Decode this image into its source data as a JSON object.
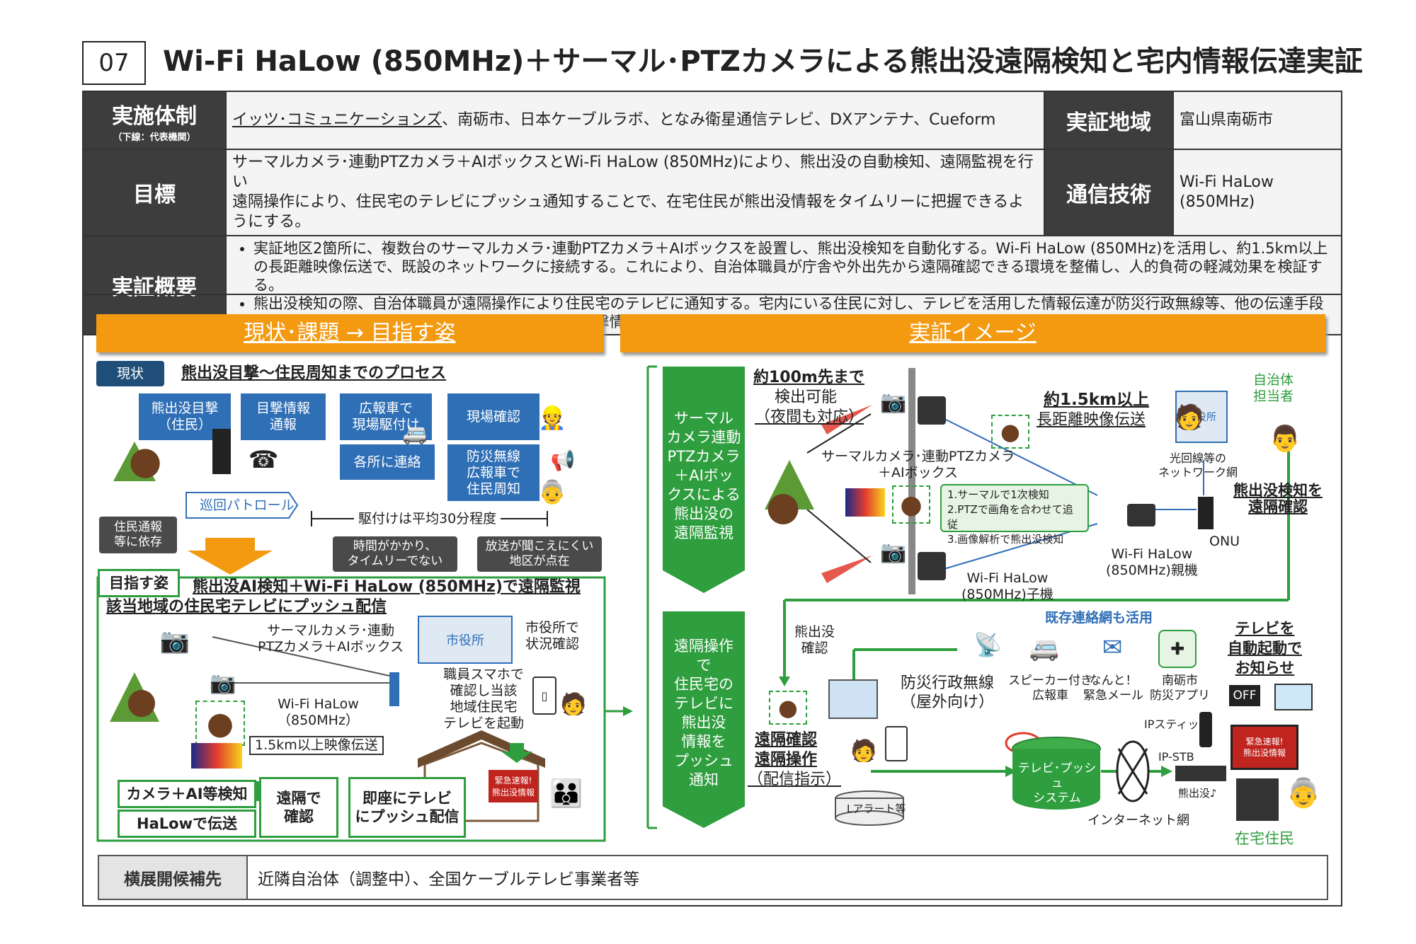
{
  "header": {
    "number": "07",
    "title": "Wi-Fi HaLow (850MHz)＋サーマル･PTZカメラによる熊出没遠隔検知と宅内情報伝達実証"
  },
  "info": {
    "org_label": "実施体制",
    "org_sub": "（下線：代表機関）",
    "org_lead": "イッツ･コミュニケーションズ",
    "org_rest": "、南砺市、日本ケーブルラボ、となみ衛星通信テレビ、DXアンテナ、Cueform",
    "region_label": "実証地域",
    "region_value": "富山県南砺市",
    "goal_label": "目標",
    "goal_line1": "サーマルカメラ･連動PTZカメラ＋AIボックスとWi-Fi HaLow (850MHz)により、熊出没の自動検知、遠隔監視を行い",
    "goal_line2": "遠隔操作により、住民宅のテレビにプッシュ通知することで、在宅住民が熊出没情報をタイムリーに把握できるようにする。",
    "tech_label": "通信技術",
    "tech_value1": "Wi-Fi HaLow",
    "tech_value2": "(850MHz)",
    "summary_label": "実証概要",
    "summary_1": "実証地区2箇所に、複数台のサーマルカメラ･連動PTZカメラ＋AIボックスを設置し、熊出没検知を自動化する。Wi-Fi HaLow (850MHz)を活用し、約1.5km以上の長距離映像伝送で、既設のネットワークに接続する。これにより、自治体職員が庁舎や外出先から遠隔確認できる環境を整備し、人的負荷の軽減効果を検証する。",
    "summary_2": "熊出没検知の際、自治体職員が遠隔操作により住民宅のテレビに通知する。宅内にいる住民に対し、テレビを活用した情報伝達が防災行政無線等、他の伝達手段よりも情報伝達力が高いこと、及び検知（現在は目撃情報）から周知までの時間短縮を検証する。"
  },
  "left": {
    "band": "現状･課題 → 目指す姿",
    "status_tag": "現状",
    "process_title": "熊出没目撃～住民周知までのプロセス",
    "steps": [
      "熊出没目撃\n（住民）",
      "目撃情報\n通報",
      "広報車で\n現場駆付け",
      "現場確認"
    ],
    "renraku": "各所に連絡",
    "bousai": "防災無線\n広報車で\n住民周知",
    "patrol": "巡回パトロール",
    "rely": "住民通報\n等に依存",
    "arrive": "駆付けは平均30分程度",
    "issue1": "時間がかかり、\nタイムリーでない",
    "issue2": "放送が聞こえにくい\n地区が点在",
    "goal_tag": "目指す姿",
    "goal_title": "熊出没AI検知＋Wi-Fi HaLow (850MHz)で遠隔監視",
    "goal_sub": "該当地域の住民宅テレビにプッシュ配信",
    "cam_label": "サーマルカメラ･連動\nPTZカメラ＋AIボックス",
    "city_label": "市役所で\n状況確認",
    "staff_label": "職員スマホで\n確認し当該\n地域住民宅\nテレビを起動",
    "halow_label": "Wi-Fi HaLow\n（850MHz）",
    "distance": "1.5km以上映像伝送",
    "btn_ai": "カメラ＋AI等検知",
    "btn_halow": "HaLowで伝送",
    "btn_remote": "遠隔で\n確認",
    "btn_push": "即座にテレビ\nにプッシュ配信"
  },
  "right": {
    "band": "実証イメージ",
    "col1": "サーマル\nカメラ連動\nPTZカメラ\n＋AIボッ\nクスによる\n熊出没の\n遠隔監視",
    "col2": "遠隔操作\nで\n住民宅の\nテレビに\n熊出没\n情報を\nプッシュ\n通知",
    "range": "約100m先まで",
    "detect": "検出可能",
    "night": "（夜間も対応）",
    "long1": "約1.5km以上",
    "long2": "長距離映像伝送",
    "muni": "自治体\n担当者",
    "fiber": "光回線等の\nネットワーク網",
    "cam_box": "サーマルカメラ･連動PTZカメラ\n＋AIボックス",
    "detect_steps": [
      "1.サーマルで1次検知",
      "2.PTZで画角を合わせて追従",
      "3.画像解析で熊出没検知"
    ],
    "remote_check": "熊出没検知を\n遠隔確認",
    "onu": "ONU",
    "parent": "Wi-Fi HaLow\n(850MHz)親機",
    "child": "Wi-Fi HaLow\n(850MHz)子機",
    "confirm": "熊出没\n確認",
    "existing": "既存連絡網も活用",
    "radio": "防災行政無線\n（屋外向け）",
    "car": "スピーカー付き\n広報車",
    "mail": "なんと！\n緊急メール",
    "app": "南砺市\n防災アプリ",
    "tv_auto": "テレビを\n自動起動で\nお知らせ",
    "off": "OFF",
    "op1": "遠隔確認",
    "op2": "遠隔操作",
    "op3": "（配信指示）",
    "lalert": "Lアラート等",
    "push_sys": "テレビ･プッシュ\nシステム",
    "ipstick": "IPスティック",
    "ipstb": "IP-STB",
    "internet": "インターネット網",
    "bear_note": "熊出没♪",
    "resident": "在宅住民",
    "tv_alert": "緊急速報!\n熊出没情報",
    "city_office": "市役所"
  },
  "footer": {
    "label": "横展開候補先",
    "value": "近隣自治体（調整中）、全国ケーブルテレビ事業者等"
  }
}
